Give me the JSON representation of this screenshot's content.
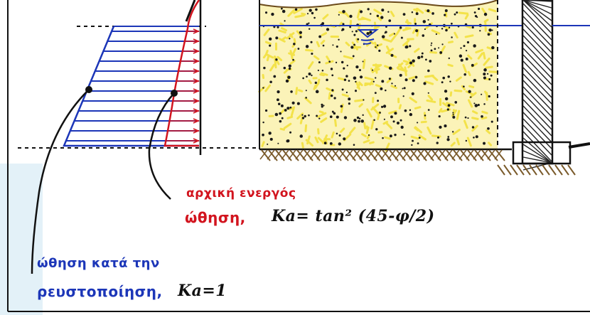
{
  "labels": {
    "initial_active_1": "αρχική ενεργός",
    "initial_active_2": "ώθηση,",
    "initial_active_formula": "Ka= tan² (45-φ/2)",
    "liquefaction_1": "ώθηση κατά την",
    "liquefaction_2": "ρευστοποίηση,",
    "liquefaction_formula": "Ka=1"
  },
  "colors": {
    "liquefaction_pressure": "#1c36b8",
    "active_pressure": "#d2141e",
    "soil_fill": "#f3e24a",
    "soil_dots": "#1a1a1a",
    "water_line": "#1c36b8",
    "ground_hatch": "#7a5a2a",
    "wall_hatch": "#222222",
    "light_panel": "#e3f1f8"
  },
  "icons": {
    "water_table": "water-level-triangle-icon"
  }
}
